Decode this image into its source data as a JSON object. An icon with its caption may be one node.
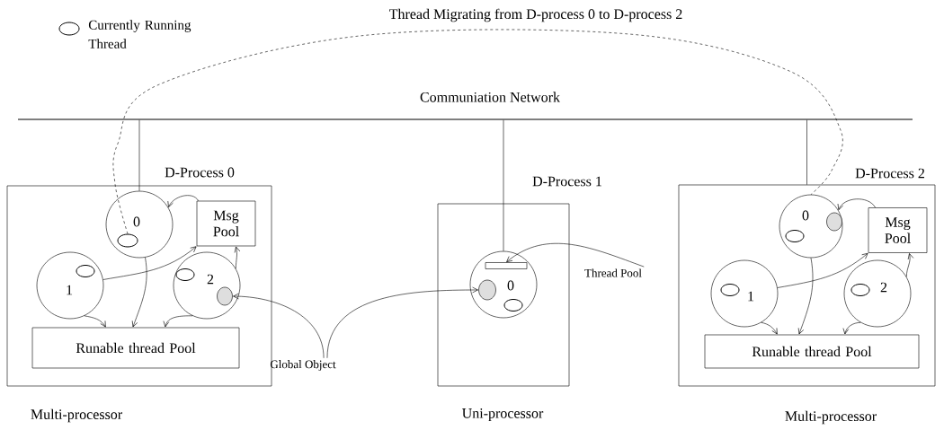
{
  "diagram": {
    "nodes": [
      {
        "text": [
          "Communiation Network"
        ]
      },
      {
        "text": [
          "D-Process 0"
        ],
        "beside": [
          "Multi-processor"
        ]
      },
      {
        "text": [
          "0"
        ],
        "in": 1
      },
      {
        "text": [],
        "shape": "ellipse",
        "in": 2
      },
      {
        "text": [
          "Msg Pool"
        ],
        "in": 1
      },
      {
        "text": [
          "1"
        ],
        "in": 1
      },
      {
        "text": [
          "2"
        ],
        "in": 1
      },
      {
        "text": [],
        "shape": "blob",
        "in": 6
      },
      {
        "text": [
          "Runable thread Pool"
        ],
        "in": 1
      },
      {
        "text": [
          "D-Process 1"
        ],
        "beside": [
          "Uni-processor"
        ]
      },
      {
        "text": [
          "0"
        ],
        "in": 9
      },
      {
        "text": [],
        "shape": "box",
        "in": 10
      },
      {
        "text": [],
        "shape": "blob",
        "in": 10
      },
      {
        "text": [
          "D-Process 2"
        ],
        "beside": [
          "Multi-processor"
        ]
      },
      {
        "text": [
          "0"
        ],
        "in": 13
      },
      {
        "text": [],
        "shape": "blob",
        "in": 14
      },
      {
        "text": [
          "Msg Pool"
        ],
        "in": 13
      },
      {
        "text": [
          "1"
        ],
        "in": 13
      },
      {
        "text": [
          "2"
        ],
        "in": 13
      },
      {
        "text": [
          "Runable thread Pool"
        ],
        "in": 13
      },
      {
        "text": [
          "Thread Pool"
        ]
      },
      {
        "text": [
          "Global Object"
        ]
      },
      {
        "text": [],
        "shape": "ellipse",
        "in": 5
      },
      {
        "text": [],
        "shape": "ellipse",
        "in": 6
      },
      {
        "text": [],
        "shape": "ellipse",
        "in": 10
      },
      {
        "text": [],
        "shape": "ellipse",
        "in": 14
      },
      {
        "text": [],
        "shape": "ellipse",
        "in": 17
      },
      {
        "text": [],
        "shape": "ellipse",
        "in": 18
      }
    ],
    "edges": [
      {
        "from": 0,
        "to": 2,
        "arrow": "none"
      },
      {
        "from": 0,
        "to": 10,
        "arrow": "none"
      },
      {
        "from": 0,
        "to": 13,
        "arrow": "none"
      },
      {
        "from": 3,
        "to": 14,
        "arrow": "none",
        "style": "dashed",
        "label": "Thread Migrating from D-process 0 to D-process 2"
      },
      {
        "from": 4,
        "to": 2,
        "arrow": "to"
      },
      {
        "from": 5,
        "to": 4,
        "arrow": "to"
      },
      {
        "from": 6,
        "to": 4,
        "arrow": "to"
      },
      {
        "from": 5,
        "to": 8,
        "arrow": "to"
      },
      {
        "from": 2,
        "to": 8,
        "arrow": "to"
      },
      {
        "from": 6,
        "to": 8,
        "arrow": "to"
      },
      {
        "from": 21,
        "to": 7,
        "arrow": "to"
      },
      {
        "from": 21,
        "to": 12,
        "arrow": "to"
      },
      {
        "from": 20,
        "to": 11,
        "arrow": "to"
      },
      {
        "from": 16,
        "to": 14,
        "arrow": "to"
      },
      {
        "from": 17,
        "to": 16,
        "arrow": "to"
      },
      {
        "from": 18,
        "to": 16,
        "arrow": "to"
      },
      {
        "from": 17,
        "to": 19,
        "arrow": "to"
      },
      {
        "from": 14,
        "to": 19,
        "arrow": "to"
      },
      {
        "from": 18,
        "to": 19,
        "arrow": "to"
      }
    ],
    "legend": [
      {
        "text": "Currently Running Thread"
      }
    ]
  }
}
